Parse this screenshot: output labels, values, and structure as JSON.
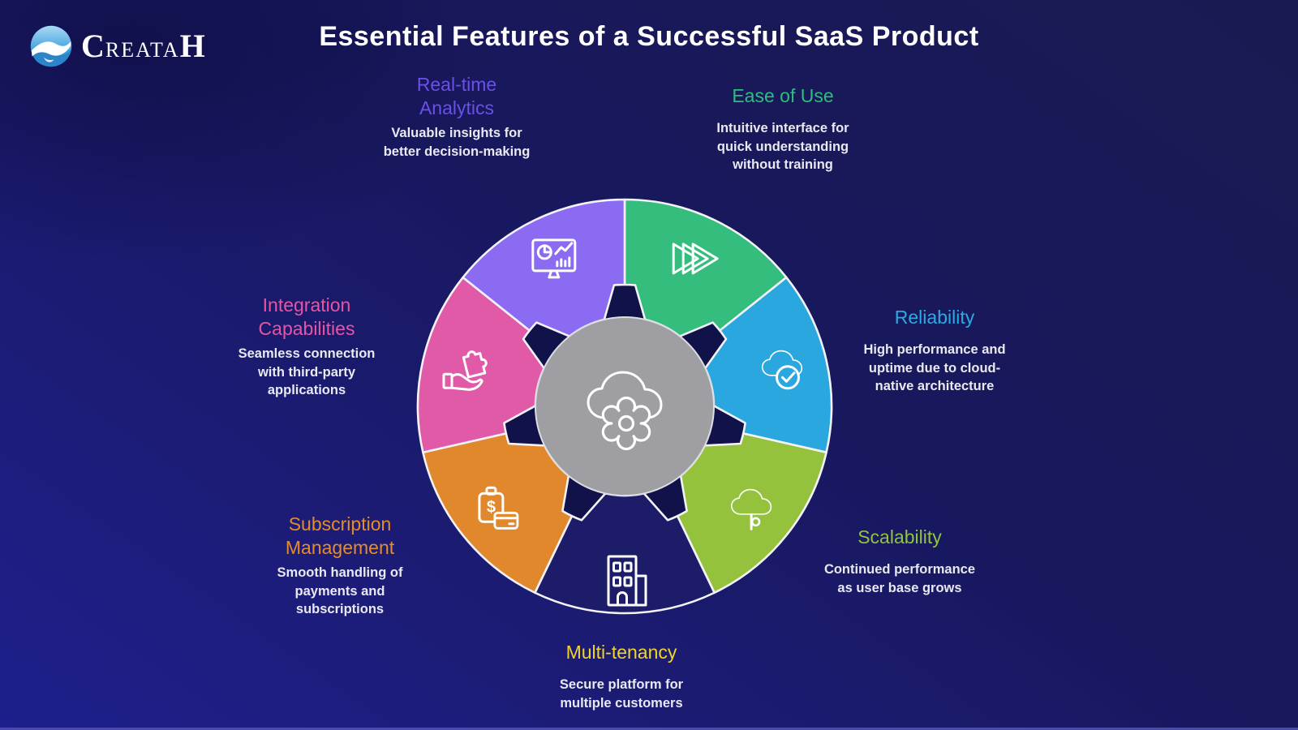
{
  "page": {
    "title": "Essential Features of a Successful SaaS Product"
  },
  "logo": {
    "brand": "CreataH",
    "brand_c": "C",
    "brand_mid": "REATA",
    "brand_h": "H",
    "icon": "wave-logo-icon"
  },
  "diagram": {
    "name": "saas-features-wheel",
    "center": {
      "icon": "cloud-gear-icon",
      "color": "#9E9EA3"
    },
    "hub_color": "#12124B",
    "outline_color": "#F2F2F7",
    "features": [
      {
        "id": "ease-of-use",
        "title": "Ease of Use",
        "description": "Intuitive interface for quick understanding without training",
        "segment_color": "#35BD7E",
        "title_color": "#2EBD80",
        "icon": "fast-forward-icon"
      },
      {
        "id": "reliability",
        "title": "Reliability",
        "description": "High performance and uptime due to cloud-native architecture",
        "segment_color": "#2AA7DE",
        "title_color": "#2BA9E5",
        "icon": "cloud-check-icon"
      },
      {
        "id": "scalability",
        "title": "Scalability",
        "description": "Continued performance as user base grows",
        "segment_color": "#95C23D",
        "title_color": "#8FC43C",
        "icon": "cloud-growth-icon"
      },
      {
        "id": "multi-tenancy",
        "title": "Multi-tenancy",
        "description": "Secure platform for multiple customers",
        "segment_color": "#1C1C68",
        "title_color": "#F0D428",
        "icon": "building-icon"
      },
      {
        "id": "subscription-management",
        "title": "Subscription Management",
        "description": "Smooth handling of payments and subscriptions",
        "segment_color": "#E0882B",
        "title_color": "#E38C2D",
        "icon": "payment-icon"
      },
      {
        "id": "integration-capabilities",
        "title": "Integration Capabilities",
        "description": "Seamless connection with third-party applications",
        "segment_color": "#E05AA8",
        "title_color": "#E456A4",
        "icon": "hand-puzzle-icon"
      },
      {
        "id": "real-time-analytics",
        "title": "Real-time Analytics",
        "description": "Valuable insights for better decision-making",
        "segment_color": "#8A6BF2",
        "title_color": "#6C4FE8",
        "icon": "analytics-dashboard-icon"
      }
    ]
  }
}
